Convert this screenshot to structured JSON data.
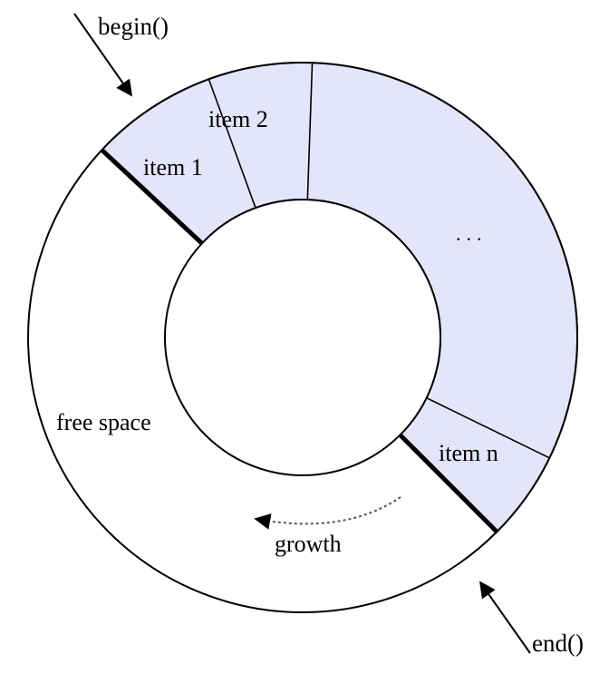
{
  "labels": {
    "begin": "begin()",
    "end": "end()",
    "item_1": "item 1",
    "item_2": "item 2",
    "ellipsis": "...",
    "item_n": "item n",
    "free_space": "free space",
    "growth": "growth"
  },
  "colors": {
    "occupied_fill": "#e4e4fb",
    "free_fill": "#ffffff",
    "stroke": "#000000",
    "growth_arrow": "#555555"
  }
}
